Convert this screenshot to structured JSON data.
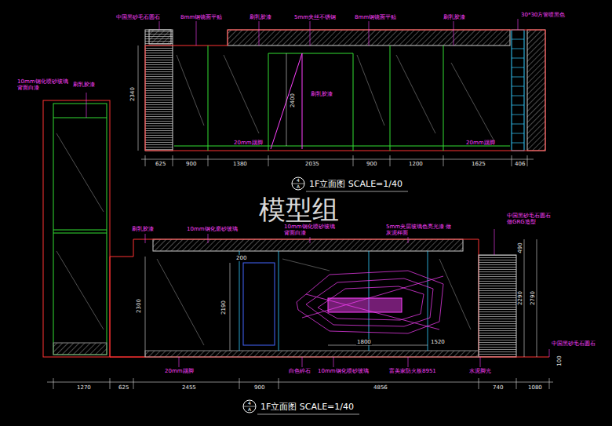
{
  "diagram": {
    "labels": [
      "中国黑砂毛石圆石",
      "8mm钢镜面平贴",
      "刷乳胶漆",
      "5mm夹丝不锈钢",
      "8mm钢镜面平贴",
      "刷乳胶漆",
      "30*30方管喷黑色",
      "2340",
      "2400",
      "刷乳胶漆",
      "20mm踢脚",
      "20mm踢脚",
      "625",
      "900",
      "1380",
      "2035",
      "900",
      "1200",
      "1625",
      "406",
      "4",
      "A",
      "1F立面图 SCALE=1/40",
      "模型组",
      "10mm钢化喷砂玻璃 背面白漆",
      "刷乳胶漆",
      "刷乳胶漆",
      "10mm钢化磨砂玻璃",
      "10mm钢化喷砂玻璃 背面白漆",
      "5mm夹层玻璃色亮光漆 做灰泥样面",
      "中国黑砂毛石圆石 做GRG造型",
      "200",
      "2300",
      "2190",
      "1800",
      "1520",
      "490",
      "2290",
      "2790",
      "中国黑砂毛石圆石",
      "100",
      "20mm踢脚",
      "白色碎石",
      "10mm钢化喷砂玻璃",
      "富美家防火板8951",
      "水泥脚光",
      "1270",
      "625",
      "2455",
      "900",
      "4856",
      "740",
      "1080",
      "4",
      "A",
      "1F立面图 SCALE=1/40"
    ]
  }
}
